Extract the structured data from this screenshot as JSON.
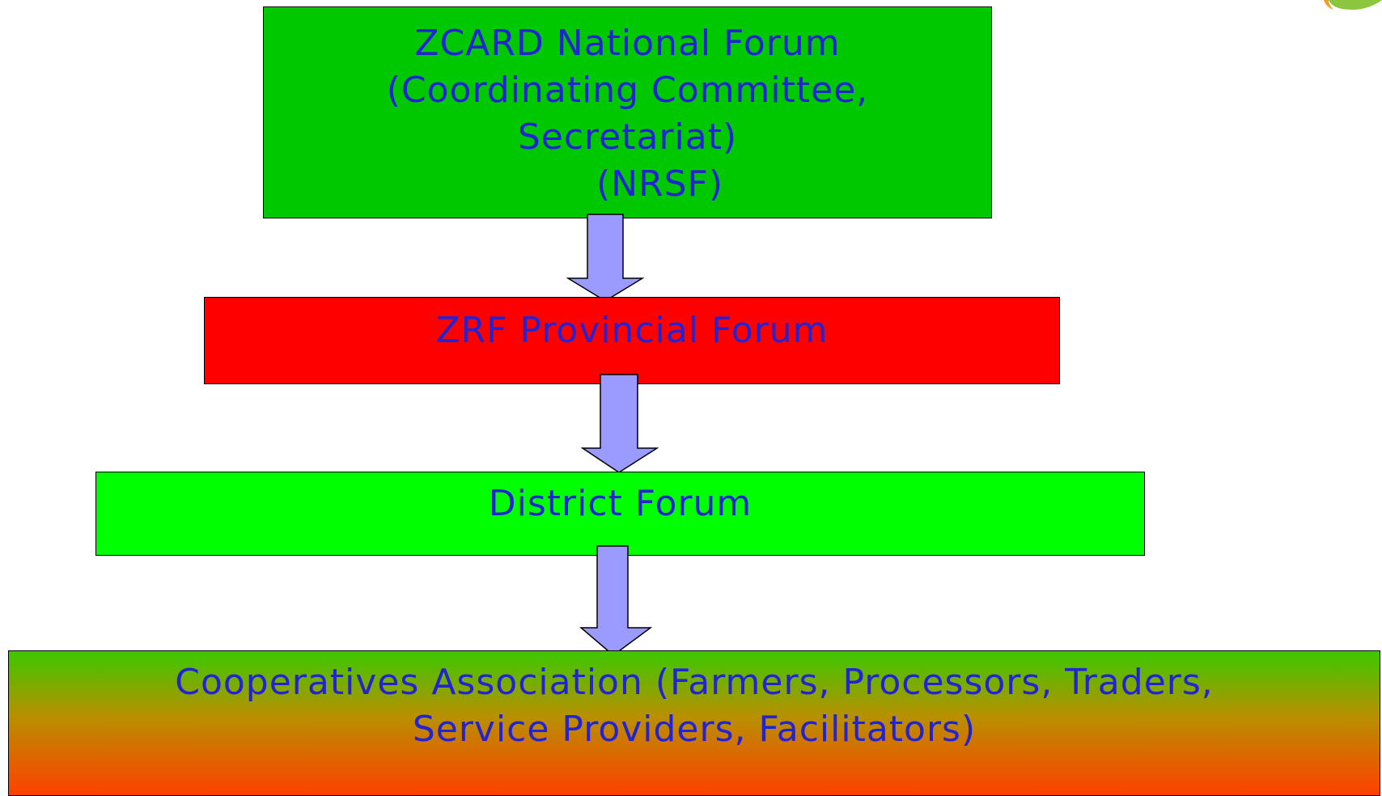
{
  "diagram": {
    "national_forum": {
      "lines": [
        "ZCARD National Forum",
        "(Coordinating Committee,",
        "Secretariat)",
        "(NRSF)"
      ],
      "fill": "#00c800"
    },
    "provincial_forum": {
      "label": "ZRF Provincial Forum",
      "fill": "#ff0000"
    },
    "district_forum": {
      "label": "District Forum",
      "fill": "#00ff00"
    },
    "cooperatives": {
      "lines": [
        "Cooperatives  Association  (Farmers, Processors, Traders,",
        "Service Providers, Facilitators)"
      ],
      "fill_top": "#3cc800",
      "fill_bottom": "#ff4000"
    },
    "arrow_color": "#9b9bff",
    "text_color": "#2323d6",
    "arrows": [
      {
        "from": "national_forum",
        "to": "provincial_forum"
      },
      {
        "from": "provincial_forum",
        "to": "district_forum"
      },
      {
        "from": "district_forum",
        "to": "cooperatives"
      }
    ]
  }
}
